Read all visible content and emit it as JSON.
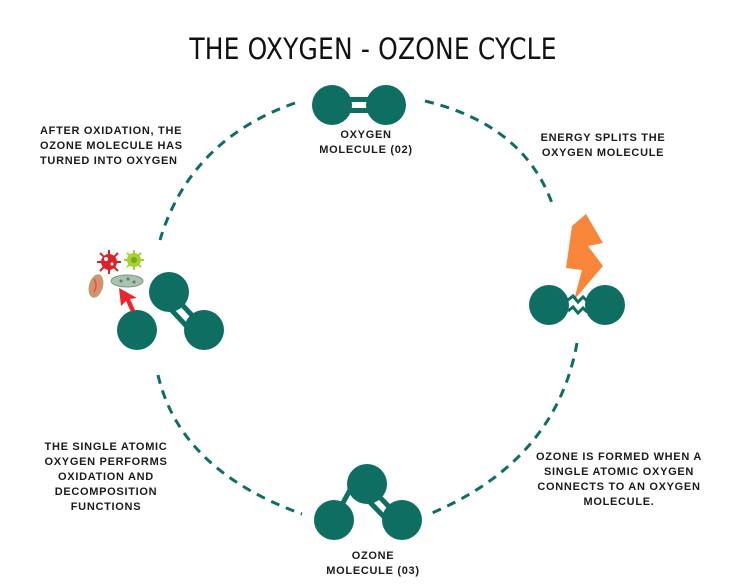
{
  "title": "THE OXYGEN - OZONE CYCLE",
  "colors": {
    "molecule": "#0e6e62",
    "ring": "#0e6e62",
    "lightning": "#f7863a",
    "arrow": "#e8262b",
    "germ_red": "#d8232a",
    "germ_green": "#a6d02b",
    "bacteria_gray": "#a9c1ae",
    "cell_pink": "#e88770"
  },
  "labels": {
    "oxygen_molecule": "OXYGEN\nMOLECULE (02)",
    "energy_splits": "ENERGY SPLITS THE\nOXYGEN MOLECULE",
    "ozone_formed": "OZONE IS FORMED WHEN A\nSINGLE ATOMIC OXYGEN\nCONNECTS TO AN OXYGEN\nMOLECULE.",
    "ozone_molecule": "OZONE\nMOLECULE (03)",
    "single_atomic": "THE SINGLE ATOMIC\nOXYGEN  PERFORMS\nOXIDATION AND\nDECOMPOSITION\nFUNCTIONS",
    "after_oxidation": "AFTER OXIDATION, THE\nOZONE MOLECULE HAS\nTURNED INTO OXYGEN"
  },
  "icons": {
    "lightning": "lightning-bolt-icon",
    "arrow": "red-pointer-arrow-icon",
    "germs": [
      "red-virus-icon",
      "green-virus-icon",
      "bacteria-icon",
      "cell-icon"
    ]
  }
}
